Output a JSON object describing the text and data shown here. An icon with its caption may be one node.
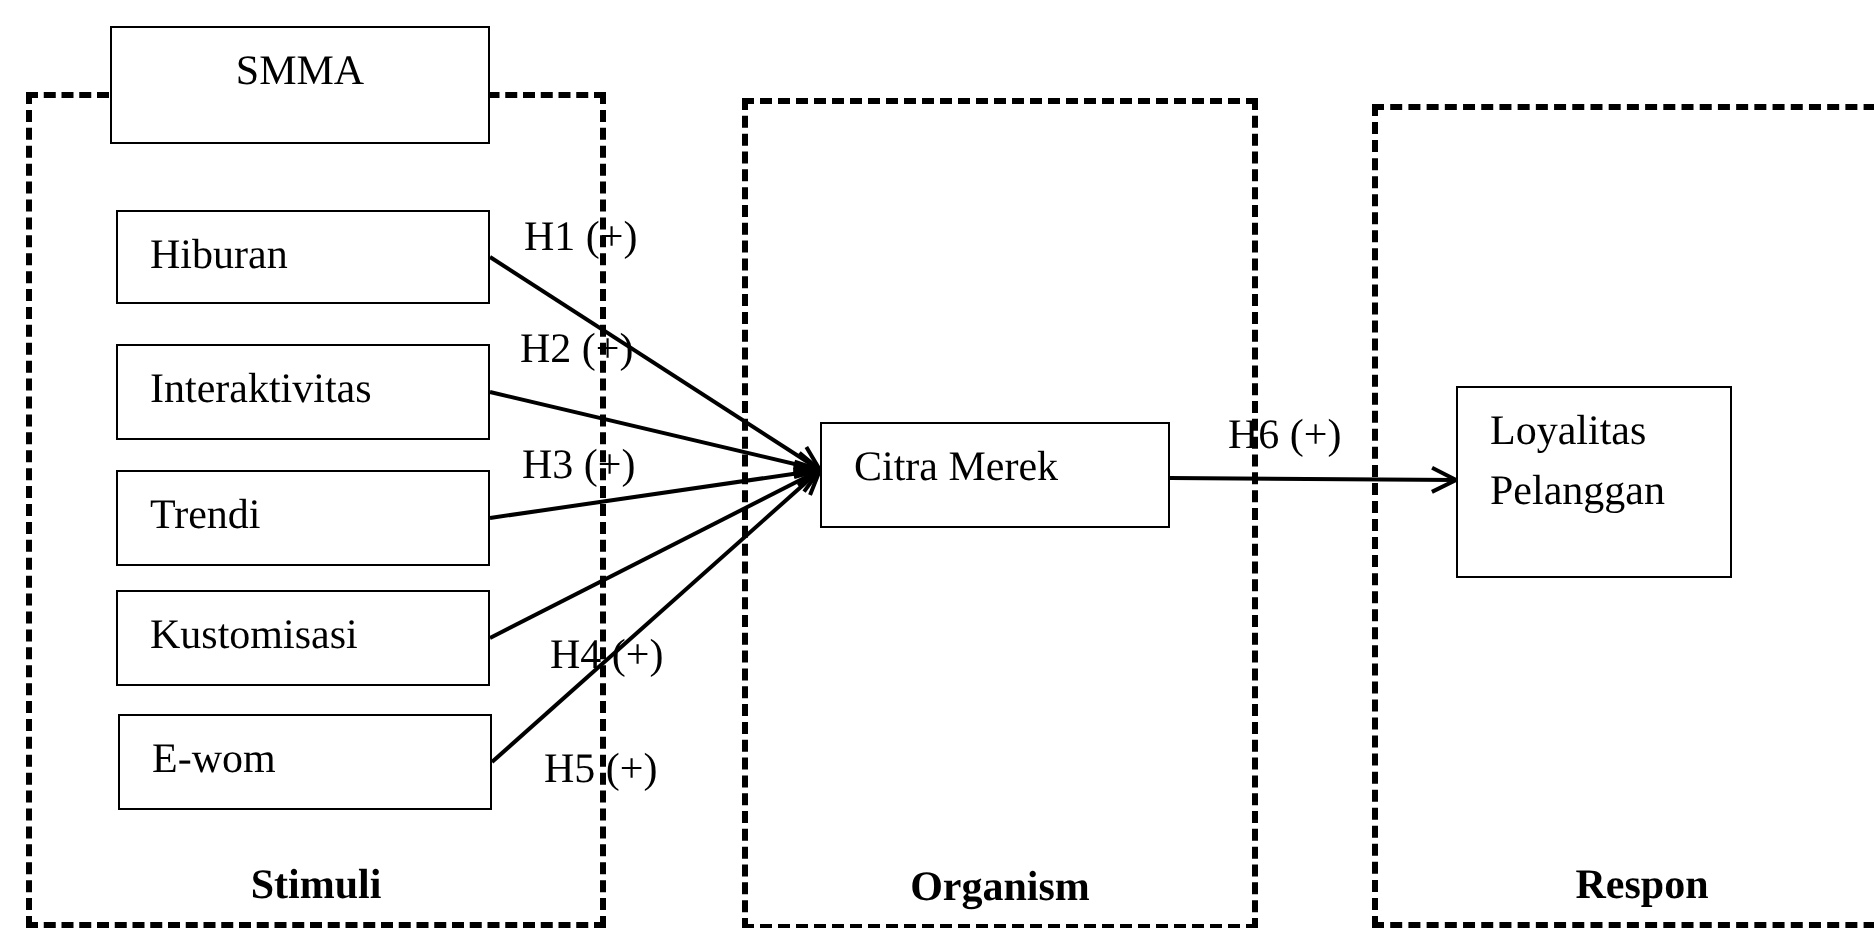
{
  "diagram": {
    "nodes": [
      {
        "text": [
          "Stimuli"
        ]
      },
      {
        "text": [
          "SMMA"
        ]
      },
      {
        "text": [
          "Hiburan"
        ],
        "in": 0
      },
      {
        "text": [
          "Interaktivitas"
        ],
        "in": 0
      },
      {
        "text": [
          "Trendi"
        ],
        "in": 0
      },
      {
        "text": [
          "Kustomisasi"
        ],
        "in": 0
      },
      {
        "text": [
          "E-wom"
        ],
        "in": 0
      },
      {
        "text": [
          "Organism"
        ]
      },
      {
        "text": [
          "Citra Merek"
        ],
        "in": 7
      },
      {
        "text": [
          "Respon"
        ]
      },
      {
        "text": [
          "Loyalitas Pelanggan"
        ],
        "in": 9
      }
    ],
    "edges": [
      {
        "from": 2,
        "to": 8,
        "arrow": "to",
        "label": "H1 (+)"
      },
      {
        "from": 3,
        "to": 8,
        "arrow": "to",
        "label": "H2 (+)"
      },
      {
        "from": 4,
        "to": 8,
        "arrow": "to",
        "label": "H3 (+)"
      },
      {
        "from": 5,
        "to": 8,
        "arrow": "to",
        "label": "H4 (+)"
      },
      {
        "from": 6,
        "to": 8,
        "arrow": "to",
        "label": "H5 (+)"
      },
      {
        "from": 8,
        "to": 10,
        "arrow": "to",
        "label": "H6 (+)"
      }
    ]
  }
}
